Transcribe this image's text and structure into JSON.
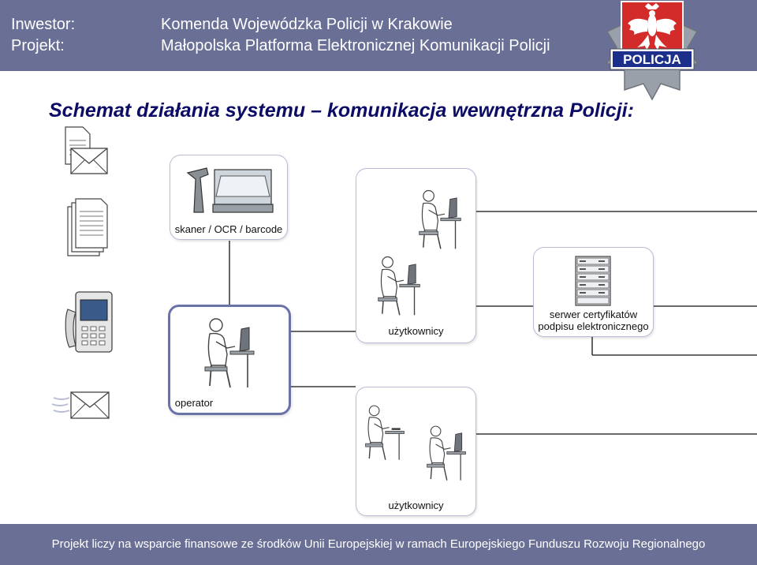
{
  "header": {
    "investor_label": "Inwestor:",
    "investor_value": "Komenda Wojewódzka Policji w Krakowie",
    "project_label": "Projekt:",
    "project_value": "Małopolska Platforma Elektronicznej Komunikacji Policji",
    "logo_text": "POLICJA"
  },
  "title": "Schemat  działania systemu – komunikacja wewnętrzna Policji:",
  "nodes": {
    "scanner_label": "skaner / OCR / barcode",
    "operator_label": "operator",
    "users_top_label": "użytkownicy",
    "server_label_line1": "serwer certyfikatów",
    "server_label_line2": "podpisu elektronicznego",
    "users_bottom_label": "użytkownicy"
  },
  "footer": {
    "text": "Projekt liczy na wsparcie finansowe ze środków Unii Europejskiej w ramach Europejskiego Funduszu Rozwoju Regionalnego"
  },
  "colors": {
    "header_bg": "#6a6f96",
    "title": "#0c0c66",
    "operator_border": "#6a73a8",
    "box_border": "#b8bcd4",
    "logo_red": "#d32a2a"
  }
}
